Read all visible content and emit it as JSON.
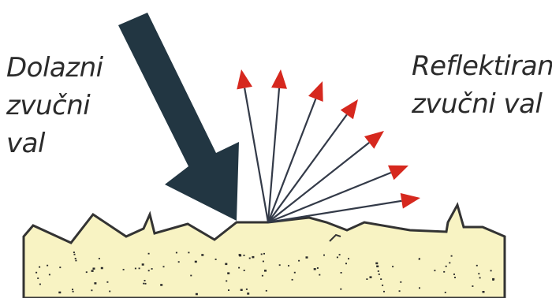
{
  "labels": {
    "incoming": [
      "Dolazni",
      "zvučni",
      "val"
    ],
    "reflected": [
      "Reflektirani",
      "zvučni val"
    ]
  },
  "colors": {
    "incoming_arrow": "#223642",
    "reflected_ray": "#333a48",
    "reflected_head": "#d6281e",
    "surface_fill": "#f8f3c3",
    "surface_stroke": "#333333",
    "grain": "#2a2a2a"
  },
  "icons": {
    "incoming": "thick-arrow-icon",
    "reflected": "arrow-icon"
  }
}
